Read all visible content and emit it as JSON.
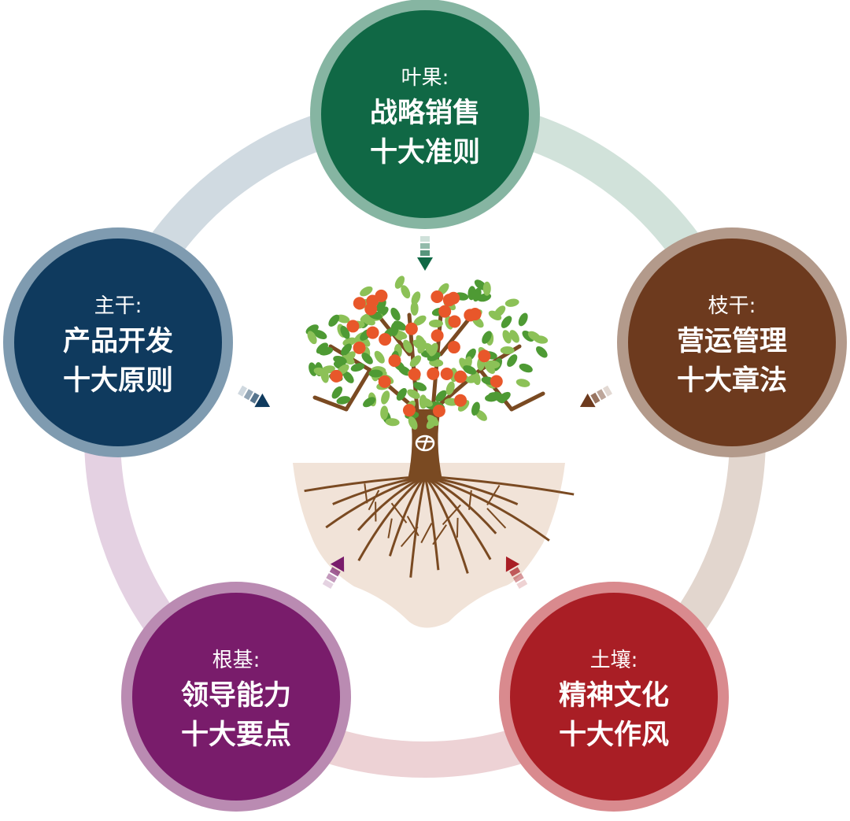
{
  "nodes": [
    {
      "id": "leaves",
      "label": "叶果:",
      "line1": "战略销售",
      "line2": "十大准则",
      "fill": "#106845",
      "ring": "#86b5a2",
      "band": "#d1e2da"
    },
    {
      "id": "branches",
      "label": "枝干:",
      "line1": "营运管理",
      "line2": "十大章法",
      "fill": "#6d3a1e",
      "ring": "#b39a8b",
      "band": "#e2d6ce"
    },
    {
      "id": "soil",
      "label": "土壤:",
      "line1": "精神文化",
      "line2": "十大作风",
      "fill": "#a91e25",
      "ring": "#d98a8e",
      "band": "#edd2d5"
    },
    {
      "id": "roots",
      "label": "根基:",
      "line1": "领导能力",
      "line2": "十大要点",
      "fill": "#791c6b",
      "ring": "#ba8bb2",
      "band": "#e4d1e2"
    },
    {
      "id": "trunk",
      "label": "主干:",
      "line1": "产品开发",
      "line2": "十大原则",
      "fill": "#0f3a5e",
      "ring": "#7f9bb0",
      "band": "#d0dae1"
    }
  ],
  "colors": {
    "leaf_dark": "#4e9a34",
    "leaf_light": "#8cc157",
    "apple": "#e8572a",
    "wood": "#7a4a22",
    "soil": "#f1e3d8"
  }
}
